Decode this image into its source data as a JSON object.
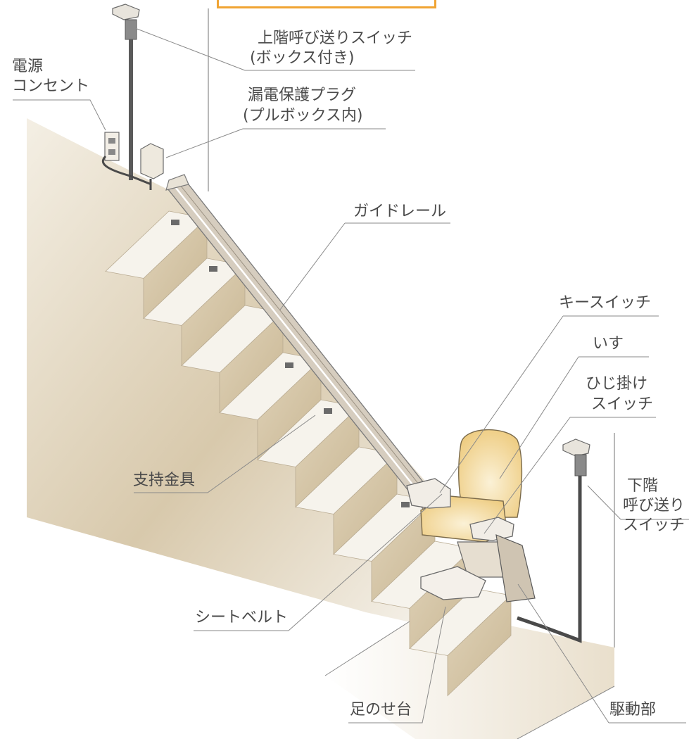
{
  "labels": {
    "upper_switch": "上階呼び送りスイッチ",
    "upper_switch_sub": "(ボックス付き)",
    "power": "電源",
    "outlet": "コンセント",
    "plug": "漏電保護プラグ",
    "plug_sub": "(プルボックス内)",
    "rail": "ガイドレール",
    "key_switch": "キースイッチ",
    "seat": "いす",
    "arm_switch_1": "ひじ掛け",
    "arm_switch_2": "スイッチ",
    "lower_1": "下階",
    "lower_2": "呼び送り",
    "lower_3": "スイッチ",
    "bracket": "支持金具",
    "seatbelt": "シートベルト",
    "footrest": "足のせ台",
    "drive": "駆動部"
  },
  "colors": {
    "accent": "#f0a433",
    "line": "#7a7a7a",
    "text": "#4a4a4a",
    "seat": "#f3d690",
    "stair_light": "#f3efe6",
    "stair_dark": "#d9ccb3"
  }
}
